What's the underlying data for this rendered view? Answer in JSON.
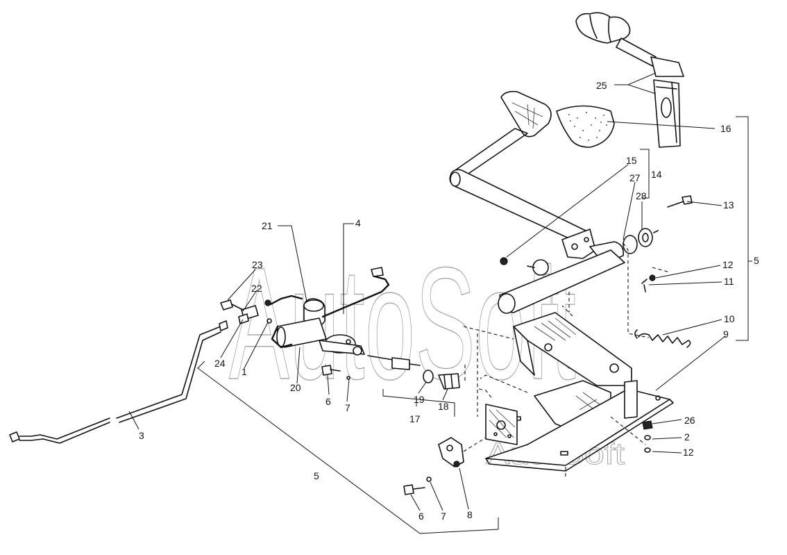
{
  "watermark": {
    "main": "AutoSoft",
    "small": "AutoSoft"
  },
  "callouts": {
    "c1": "1",
    "c2": "2",
    "c3": "3",
    "c4": "4",
    "c5a": "5",
    "c5b": "5",
    "c6a": "6",
    "c6b": "6",
    "c7a": "7",
    "c7b": "7",
    "c8": "8",
    "c9": "9",
    "c10": "10",
    "c11": "11",
    "c12a": "12",
    "c12b": "12",
    "c13": "13",
    "c14": "14",
    "c15": "15",
    "c16": "16",
    "c17": "17",
    "c18": "18",
    "c19": "19",
    "c20": "20",
    "c21": "21",
    "c22": "22",
    "c23": "23",
    "c24": "24",
    "c25": "25",
    "c26": "26",
    "c27": "27",
    "c28": "28"
  }
}
